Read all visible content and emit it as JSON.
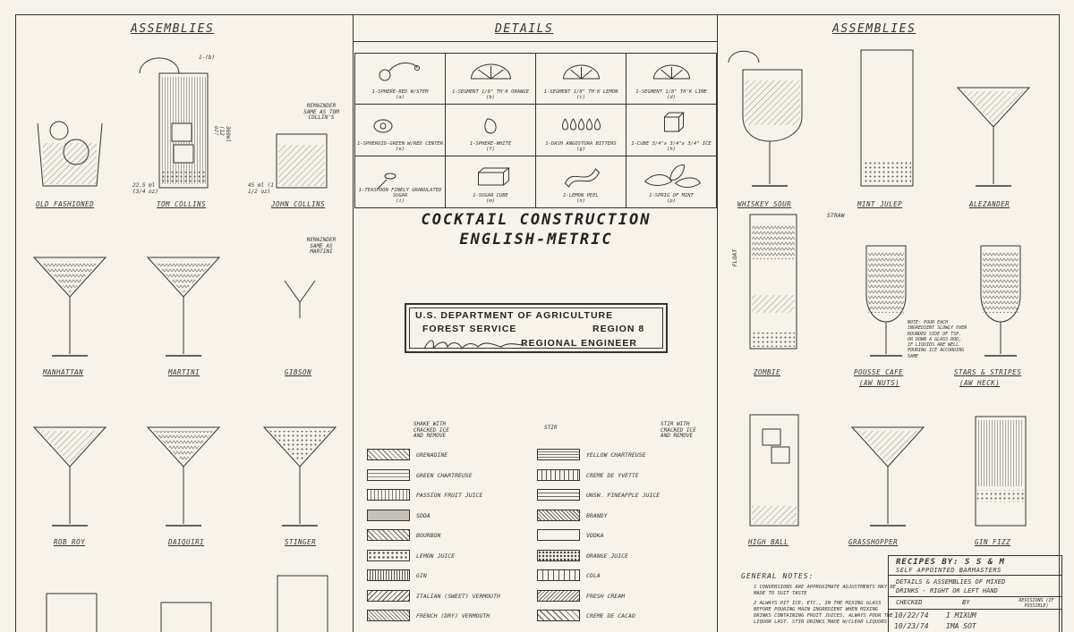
{
  "headers": {
    "left": "ASSEMBLIES",
    "center": "DETAILS",
    "right": "ASSEMBLIES"
  },
  "title": {
    "line1": "COCKTAIL CONSTRUCTION",
    "line2": "ENGLISH-METRIC"
  },
  "stamp": {
    "line1": "U.S. DEPARTMENT OF AGRICULTURE",
    "line2a": "FOREST SERVICE",
    "line2b": "REGION 8",
    "line3": "REGIONAL ENGINEER"
  },
  "details": [
    {
      "label": "1-SPHERE-RED W/STEM",
      "code": "(a)"
    },
    {
      "label": "1-SEGMENT 1/8\" TH'K ORANGE",
      "code": "(b)"
    },
    {
      "label": "1-SEGMENT 1/8\" TH'K LEMON",
      "code": "(c)"
    },
    {
      "label": "1-SEGMENT 1/8\" TH'K LIME",
      "code": "(d)"
    },
    {
      "label": "1-SPHEROID-GREEN W/RED CENTER",
      "code": "(e)"
    },
    {
      "label": "1-SPHERE-WHITE",
      "code": "(f)"
    },
    {
      "label": "1-DASH ANGOSTURA BITTERS",
      "code": "(g)"
    },
    {
      "label": "1-CUBE 3/4\"x 3/4\"x 3/4\" ICE",
      "code": "(h)"
    },
    {
      "label": "1-TEASPOON FINELY GRANULATED SUGAR",
      "code": "(i)"
    },
    {
      "label": "1-SUGAR CUBE",
      "code": "(m)"
    },
    {
      "label": "1-LEMON PEEL",
      "code": "(n)"
    },
    {
      "label": "1-SPRIG OF MINT",
      "code": "(p)"
    }
  ],
  "drinks_left": [
    {
      "name": "OLD FASHIONED"
    },
    {
      "name": "TOM COLLINS"
    },
    {
      "name": "JOHN COLLINS"
    },
    {
      "name": "MANHATTAN"
    },
    {
      "name": "MARTINI"
    },
    {
      "name": "GIBSON"
    },
    {
      "name": "ROB ROY"
    },
    {
      "name": "DAIQUIRI"
    },
    {
      "name": "STINGER"
    }
  ],
  "drinks_right": [
    {
      "name": "WHISKEY SOUR"
    },
    {
      "name": "MINT JULEP"
    },
    {
      "name": "ALEZANDER"
    },
    {
      "name": "ZOMBIE"
    },
    {
      "name": "POUSSE CAFE",
      "sub": "(AW NUTS)"
    },
    {
      "name": "STARS & STRIPES",
      "sub": "(AW HECK)"
    },
    {
      "name": "HIGH BALL"
    },
    {
      "name": "GRASSHOPPER"
    },
    {
      "name": "GIN FIZZ"
    }
  ],
  "notes_left": {
    "remainder1": "REMAINDER SAME AS TOM COLLIN'S",
    "remainder2": "REMAINDER SAME AS MARTINI",
    "m45": "45 ml (1 1/2 oz)",
    "m22": "22.5 ml (3/4 oz)",
    "m360": "360ml (12 oz)",
    "tc": "1-(b)"
  },
  "methods": [
    {
      "label": "SHAKE WITH CRACKED ICE AND REMOVE"
    },
    {
      "label": "STIR"
    },
    {
      "label": "STIR WITH CRACKED ICE AND REMOVE"
    }
  ],
  "legend_left": [
    {
      "label": "GRENADINE"
    },
    {
      "label": "GREEN CHARTREUSE"
    },
    {
      "label": "PASSION FRUIT JUICE"
    },
    {
      "label": "SODA"
    },
    {
      "label": "BOURBON"
    },
    {
      "label": "LEMON JUICE"
    },
    {
      "label": "GIN"
    },
    {
      "label": "ITALIAN (SWEET) VERMOUTH"
    },
    {
      "label": "FRENCH (DRY) VERMOUTH"
    }
  ],
  "legend_right": [
    {
      "label": "YELLOW CHARTREUSE"
    },
    {
      "label": "CREME DE YVETTE"
    },
    {
      "label": "UNSW. PINEAPPLE JUICE"
    },
    {
      "label": "BRANDY"
    },
    {
      "label": "VODKA"
    },
    {
      "label": "ORANGE JUICE"
    },
    {
      "label": "COLA"
    },
    {
      "label": "FRESH CREAM"
    },
    {
      "label": "CREME DE CACAO"
    }
  ],
  "general_notes": {
    "title": "GENERAL NOTES:",
    "n1": "1 CONVERSIONS ARE APPROXIMATE ADJUSTMENTS MAY BE MADE TO SUIT TASTE",
    "n2": "2 ALWAYS PIT ICE, ETC., IN THE MIXING GLASS BEFORE POURING MAIN INGREDIENT WHEN MIXING DRINKS CONTAINING FRUIT JUICES, ALWAYS POUR THE LIQUOR LAST. STIR DRINKS MADE W/CLEAR LIQUORS"
  },
  "title_block": {
    "recipes": "RECIPES BY: S S & M",
    "self": "SELF APPOINTED BARMASTERS",
    "details": "DETAILS & ASSEMBLIES OF MIXED",
    "drinks": "DRINKS - RIGHT OR LEFT HAND",
    "checked": "CHECKED",
    "by": "BY",
    "revisions": "REVISIONS (IF POSSIBLE)",
    "date1": "10/22/74",
    "name1": "I MIXUM",
    "date2": "10/23/74",
    "name2": "IMA SOT"
  },
  "pousse_note": "NOTE: POUR EACH INGREDIENT SLOWLY OVER ROUNDED SIDE OF TSP. OR DOWN A GLASS ROD, IF LIQUIDS ARE WELL POURING ICE ACCORDING SAME",
  "straw": "STRAW",
  "float": "FLOAT"
}
